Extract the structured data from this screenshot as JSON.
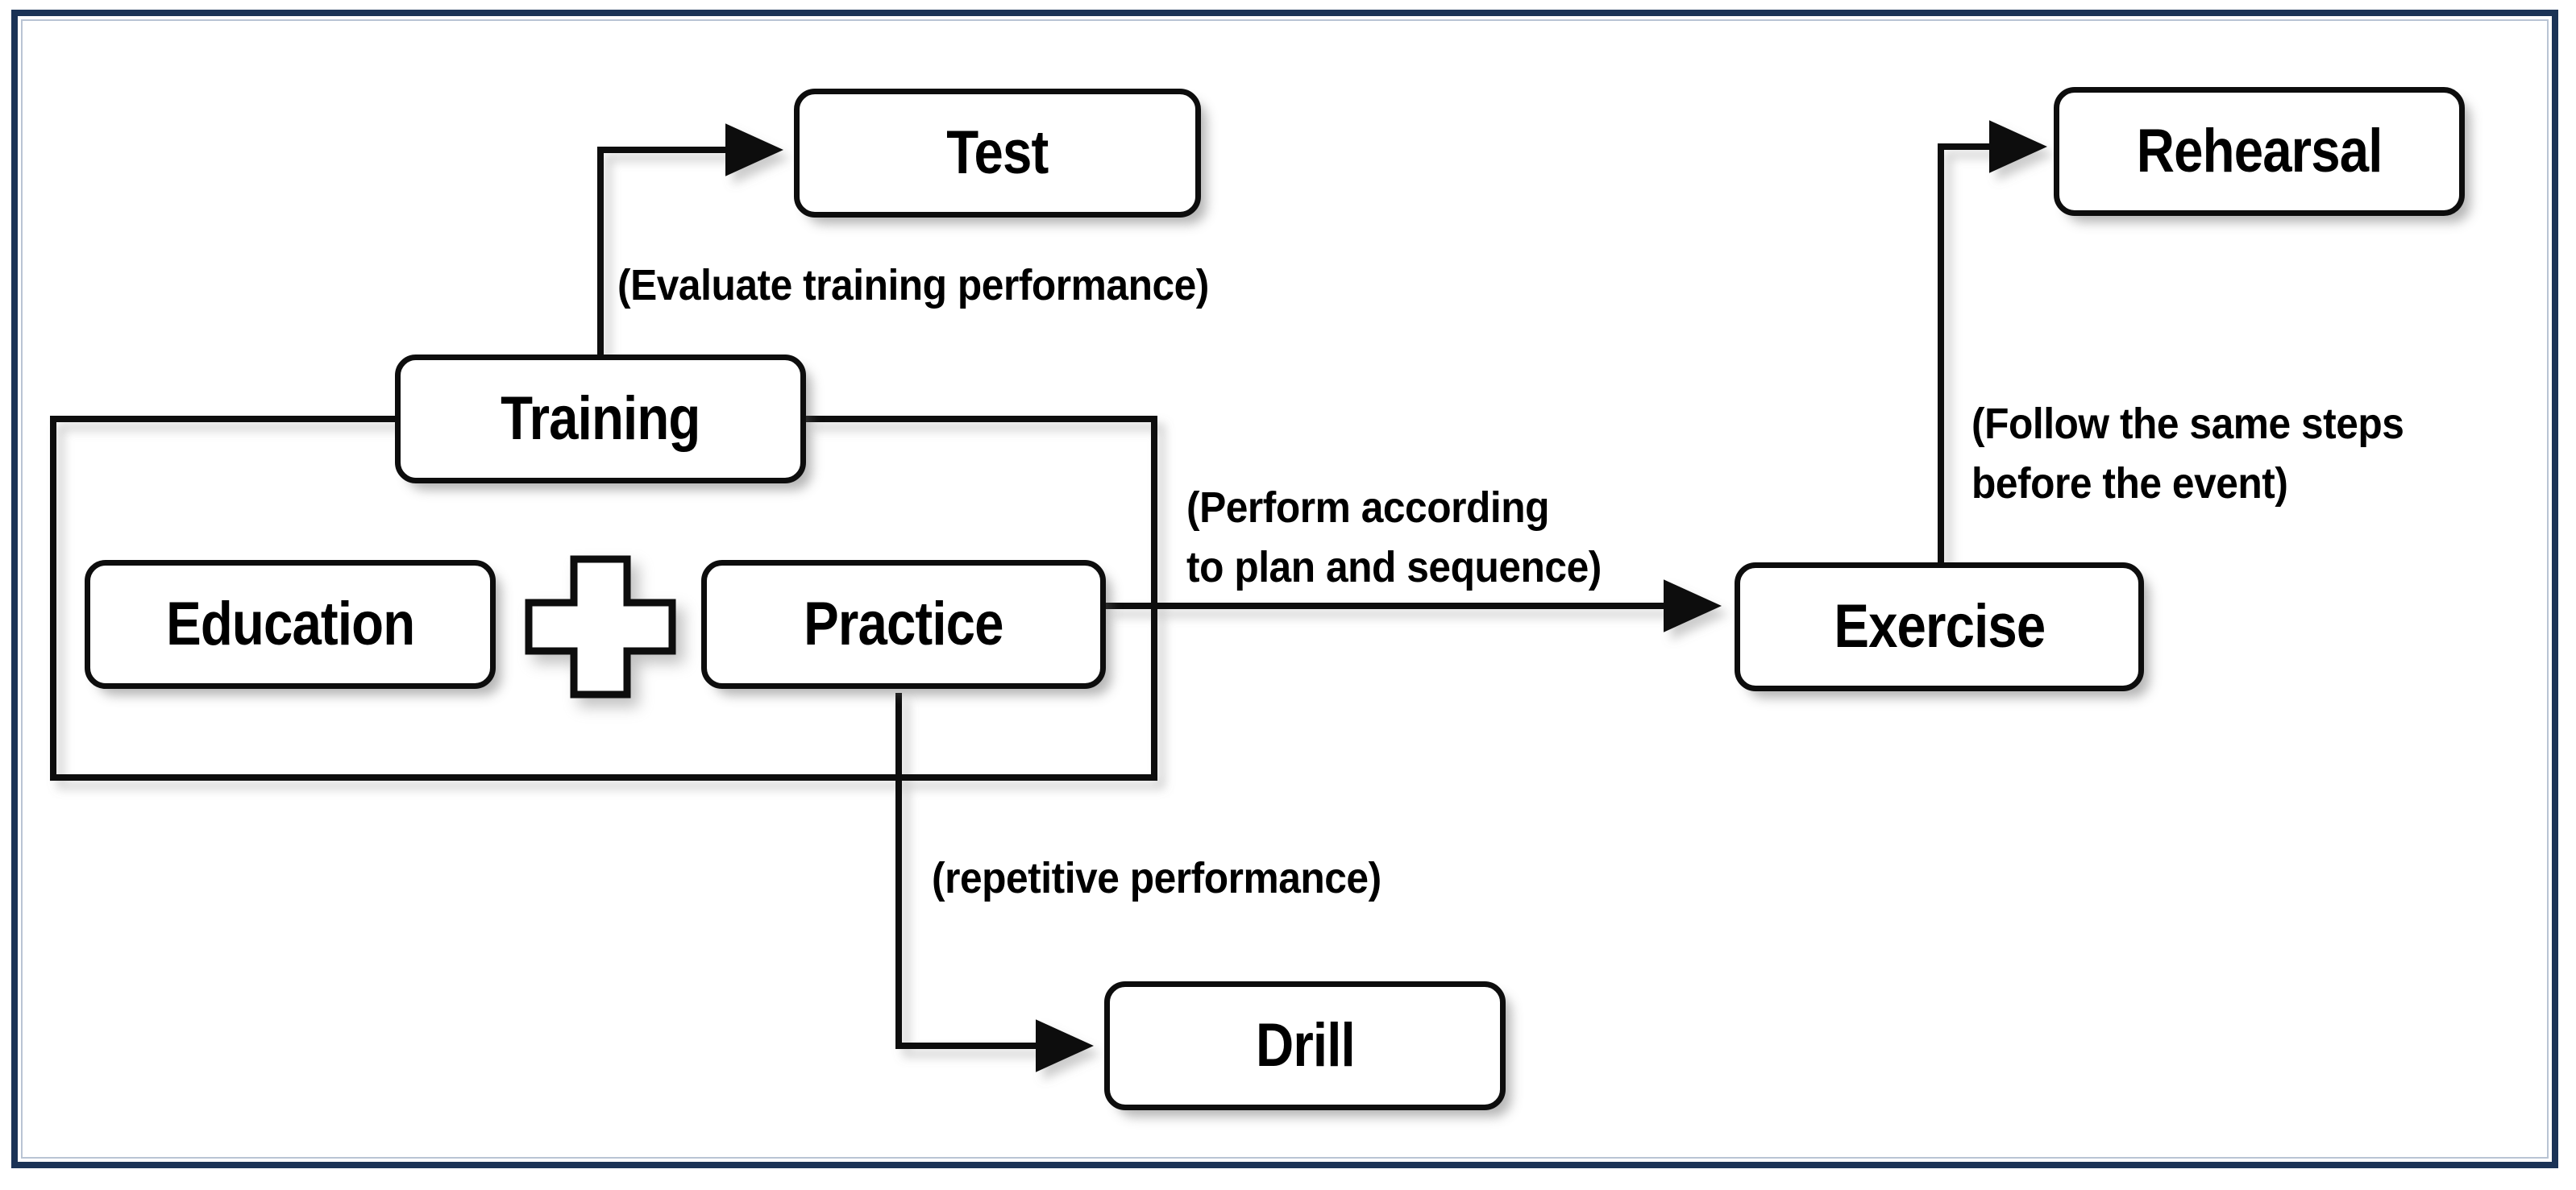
{
  "diagram": {
    "title": "Training and Exercise Relationship Diagram",
    "frame_color": "#1B3356",
    "line_color": "#0D0D0D",
    "box_fill": "#FFFFFF",
    "nodes": [
      {
        "id": "test",
        "label": "Test"
      },
      {
        "id": "training",
        "label": "Training"
      },
      {
        "id": "education",
        "label": "Education"
      },
      {
        "id": "practice",
        "label": "Practice"
      },
      {
        "id": "drill",
        "label": "Drill"
      },
      {
        "id": "exercise",
        "label": "Exercise"
      },
      {
        "id": "rehearsal",
        "label": "Rehearsal"
      }
    ],
    "connector_shape": "plus-icon",
    "captions": [
      {
        "id": "evaluate",
        "text": "(Evaluate training performance)"
      },
      {
        "id": "perform_l1",
        "text": "(Perform according"
      },
      {
        "id": "perform_l2",
        "text": "to plan and sequence)"
      },
      {
        "id": "repetitive",
        "text": "(repetitive performance)"
      },
      {
        "id": "follow_l1",
        "text": "(Follow the same steps"
      },
      {
        "id": "follow_l2",
        "text": "before the event)"
      }
    ],
    "edges": [
      {
        "from": "training",
        "to": "test",
        "label": "(Evaluate training performance)",
        "arrow": true
      },
      {
        "from": "practice",
        "to": "exercise",
        "label": "(Perform according to plan and sequence)",
        "arrow": true
      },
      {
        "from": "practice",
        "to": "drill",
        "label": "(repetitive performance)",
        "arrow": true
      },
      {
        "from": "exercise",
        "to": "rehearsal",
        "label": "(Follow the same steps before the event)",
        "arrow": true
      },
      {
        "from": "training",
        "to": "group-education-practice",
        "label": "",
        "arrow": false
      }
    ]
  }
}
